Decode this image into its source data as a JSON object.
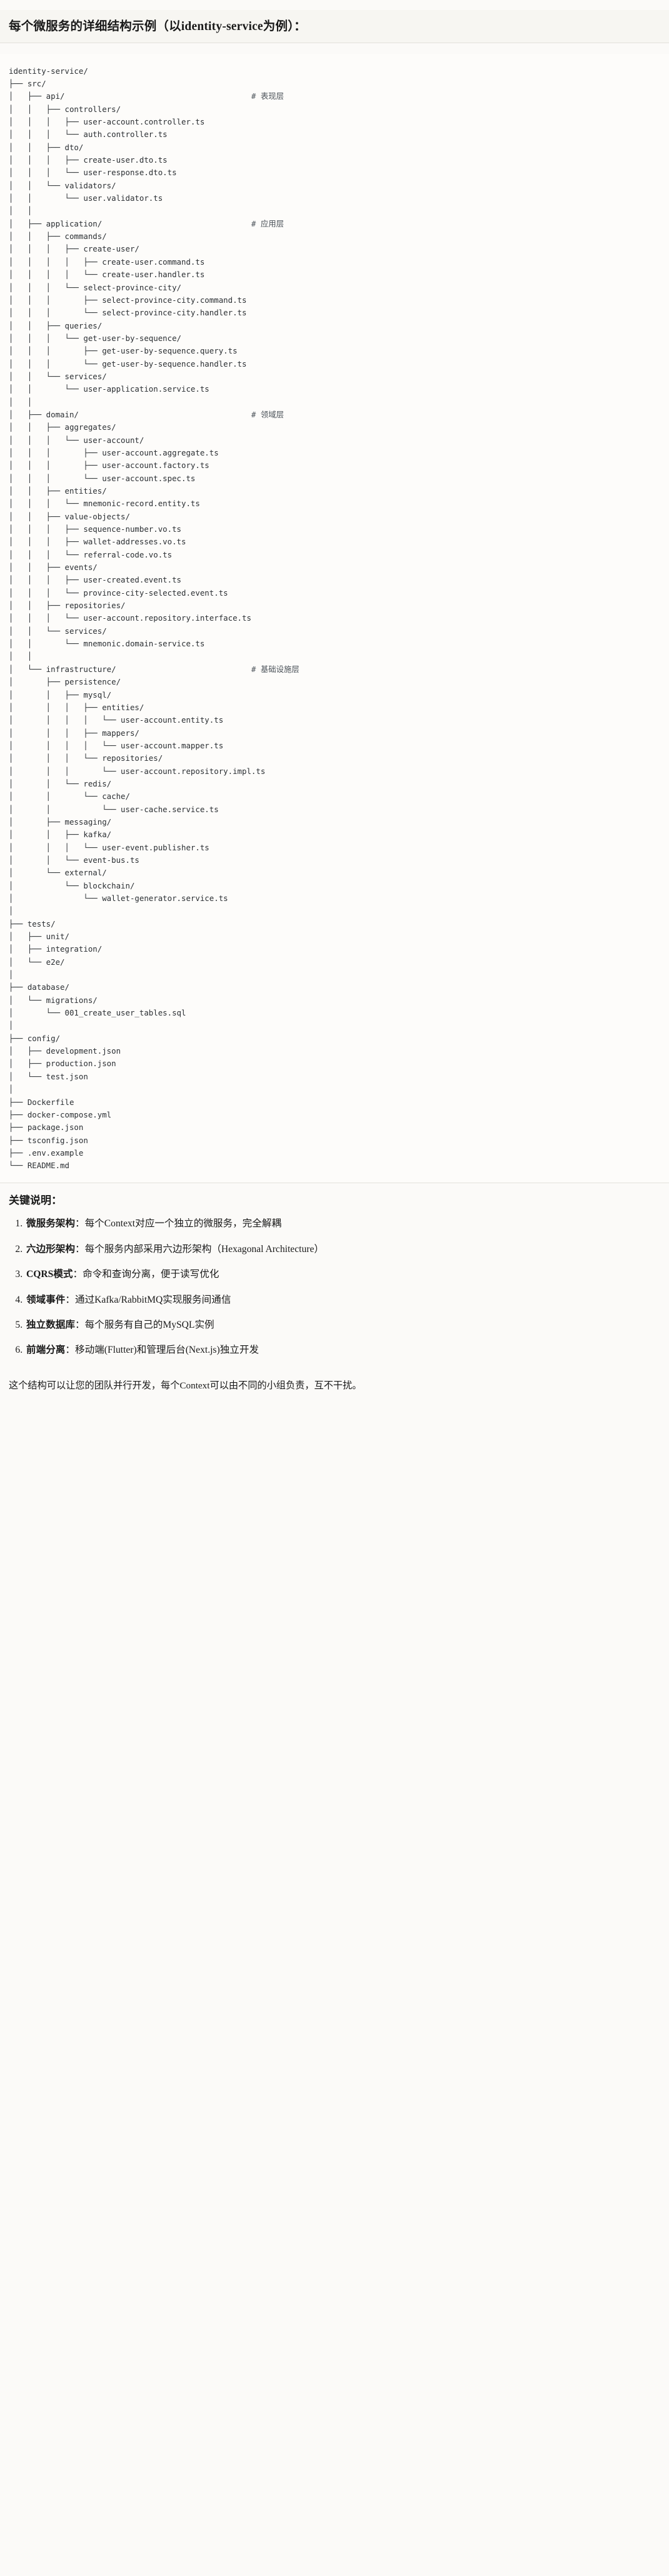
{
  "heading": "每个微服务的详细结构示例（以identity-service为例）：",
  "tree": {
    "root": "identity-service/",
    "lines": [
      {
        "prefix": "",
        "name": "identity-service/",
        "comment": ""
      },
      {
        "prefix": "├── ",
        "name": "src/",
        "comment": ""
      },
      {
        "prefix": "│   ├── ",
        "name": "api/",
        "comment": "# 表现层"
      },
      {
        "prefix": "│   │   ├── ",
        "name": "controllers/",
        "comment": ""
      },
      {
        "prefix": "│   │   │   ├── ",
        "name": "user-account.controller.ts",
        "comment": ""
      },
      {
        "prefix": "│   │   │   └── ",
        "name": "auth.controller.ts",
        "comment": ""
      },
      {
        "prefix": "│   │   ├── ",
        "name": "dto/",
        "comment": ""
      },
      {
        "prefix": "│   │   │   ├── ",
        "name": "create-user.dto.ts",
        "comment": ""
      },
      {
        "prefix": "│   │   │   └── ",
        "name": "user-response.dto.ts",
        "comment": ""
      },
      {
        "prefix": "│   │   └── ",
        "name": "validators/",
        "comment": ""
      },
      {
        "prefix": "│   │       └── ",
        "name": "user.validator.ts",
        "comment": ""
      },
      {
        "prefix": "│   │",
        "name": "",
        "comment": ""
      },
      {
        "prefix": "│   ├── ",
        "name": "application/",
        "comment": "# 应用层"
      },
      {
        "prefix": "│   │   ├── ",
        "name": "commands/",
        "comment": ""
      },
      {
        "prefix": "│   │   │   ├── ",
        "name": "create-user/",
        "comment": ""
      },
      {
        "prefix": "│   │   │   │   ├── ",
        "name": "create-user.command.ts",
        "comment": ""
      },
      {
        "prefix": "│   │   │   │   └── ",
        "name": "create-user.handler.ts",
        "comment": ""
      },
      {
        "prefix": "│   │   │   └── ",
        "name": "select-province-city/",
        "comment": ""
      },
      {
        "prefix": "│   │   │       ├── ",
        "name": "select-province-city.command.ts",
        "comment": ""
      },
      {
        "prefix": "│   │   │       └── ",
        "name": "select-province-city.handler.ts",
        "comment": ""
      },
      {
        "prefix": "│   │   ├── ",
        "name": "queries/",
        "comment": ""
      },
      {
        "prefix": "│   │   │   └── ",
        "name": "get-user-by-sequence/",
        "comment": ""
      },
      {
        "prefix": "│   │   │       ├── ",
        "name": "get-user-by-sequence.query.ts",
        "comment": ""
      },
      {
        "prefix": "│   │   │       └── ",
        "name": "get-user-by-sequence.handler.ts",
        "comment": ""
      },
      {
        "prefix": "│   │   └── ",
        "name": "services/",
        "comment": ""
      },
      {
        "prefix": "│   │       └── ",
        "name": "user-application.service.ts",
        "comment": ""
      },
      {
        "prefix": "│   │",
        "name": "",
        "comment": ""
      },
      {
        "prefix": "│   ├── ",
        "name": "domain/",
        "comment": "# 领域层"
      },
      {
        "prefix": "│   │   ├── ",
        "name": "aggregates/",
        "comment": ""
      },
      {
        "prefix": "│   │   │   └── ",
        "name": "user-account/",
        "comment": ""
      },
      {
        "prefix": "│   │   │       ├── ",
        "name": "user-account.aggregate.ts",
        "comment": ""
      },
      {
        "prefix": "│   │   │       ├── ",
        "name": "user-account.factory.ts",
        "comment": ""
      },
      {
        "prefix": "│   │   │       └── ",
        "name": "user-account.spec.ts",
        "comment": ""
      },
      {
        "prefix": "│   │   ├── ",
        "name": "entities/",
        "comment": ""
      },
      {
        "prefix": "│   │   │   └── ",
        "name": "mnemonic-record.entity.ts",
        "comment": ""
      },
      {
        "prefix": "│   │   ├── ",
        "name": "value-objects/",
        "comment": ""
      },
      {
        "prefix": "│   │   │   ├── ",
        "name": "sequence-number.vo.ts",
        "comment": ""
      },
      {
        "prefix": "│   │   │   ├── ",
        "name": "wallet-addresses.vo.ts",
        "comment": ""
      },
      {
        "prefix": "│   │   │   └── ",
        "name": "referral-code.vo.ts",
        "comment": ""
      },
      {
        "prefix": "│   │   ├── ",
        "name": "events/",
        "comment": ""
      },
      {
        "prefix": "│   │   │   ├── ",
        "name": "user-created.event.ts",
        "comment": ""
      },
      {
        "prefix": "│   │   │   └── ",
        "name": "province-city-selected.event.ts",
        "comment": ""
      },
      {
        "prefix": "│   │   ├── ",
        "name": "repositories/",
        "comment": ""
      },
      {
        "prefix": "│   │   │   └── ",
        "name": "user-account.repository.interface.ts",
        "comment": ""
      },
      {
        "prefix": "│   │   └── ",
        "name": "services/",
        "comment": ""
      },
      {
        "prefix": "│   │       └── ",
        "name": "mnemonic.domain-service.ts",
        "comment": ""
      },
      {
        "prefix": "│   │",
        "name": "",
        "comment": ""
      },
      {
        "prefix": "│   └── ",
        "name": "infrastructure/",
        "comment": "# 基础设施层"
      },
      {
        "prefix": "│       ├── ",
        "name": "persistence/",
        "comment": ""
      },
      {
        "prefix": "│       │   ├── ",
        "name": "mysql/",
        "comment": ""
      },
      {
        "prefix": "│       │   │   ├── ",
        "name": "entities/",
        "comment": ""
      },
      {
        "prefix": "│       │   │   │   └── ",
        "name": "user-account.entity.ts",
        "comment": ""
      },
      {
        "prefix": "│       │   │   ├── ",
        "name": "mappers/",
        "comment": ""
      },
      {
        "prefix": "│       │   │   │   └── ",
        "name": "user-account.mapper.ts",
        "comment": ""
      },
      {
        "prefix": "│       │   │   └── ",
        "name": "repositories/",
        "comment": ""
      },
      {
        "prefix": "│       │   │       └── ",
        "name": "user-account.repository.impl.ts",
        "comment": ""
      },
      {
        "prefix": "│       │   └── ",
        "name": "redis/",
        "comment": ""
      },
      {
        "prefix": "│       │       └── ",
        "name": "cache/",
        "comment": ""
      },
      {
        "prefix": "│       │           └── ",
        "name": "user-cache.service.ts",
        "comment": ""
      },
      {
        "prefix": "│       ├── ",
        "name": "messaging/",
        "comment": ""
      },
      {
        "prefix": "│       │   ├── ",
        "name": "kafka/",
        "comment": ""
      },
      {
        "prefix": "│       │   │   └── ",
        "name": "user-event.publisher.ts",
        "comment": ""
      },
      {
        "prefix": "│       │   └── ",
        "name": "event-bus.ts",
        "comment": ""
      },
      {
        "prefix": "│       └── ",
        "name": "external/",
        "comment": ""
      },
      {
        "prefix": "│           └── ",
        "name": "blockchain/",
        "comment": ""
      },
      {
        "prefix": "│               └── ",
        "name": "wallet-generator.service.ts",
        "comment": ""
      },
      {
        "prefix": "│",
        "name": "",
        "comment": ""
      },
      {
        "prefix": "├── ",
        "name": "tests/",
        "comment": ""
      },
      {
        "prefix": "│   ├── ",
        "name": "unit/",
        "comment": ""
      },
      {
        "prefix": "│   ├── ",
        "name": "integration/",
        "comment": ""
      },
      {
        "prefix": "│   └── ",
        "name": "e2e/",
        "comment": ""
      },
      {
        "prefix": "│",
        "name": "",
        "comment": ""
      },
      {
        "prefix": "├── ",
        "name": "database/",
        "comment": ""
      },
      {
        "prefix": "│   └── ",
        "name": "migrations/",
        "comment": ""
      },
      {
        "prefix": "│       └── ",
        "name": "001_create_user_tables.sql",
        "comment": ""
      },
      {
        "prefix": "│",
        "name": "",
        "comment": ""
      },
      {
        "prefix": "├── ",
        "name": "config/",
        "comment": ""
      },
      {
        "prefix": "│   ├── ",
        "name": "development.json",
        "comment": ""
      },
      {
        "prefix": "│   ├── ",
        "name": "production.json",
        "comment": ""
      },
      {
        "prefix": "│   └── ",
        "name": "test.json",
        "comment": ""
      },
      {
        "prefix": "│",
        "name": "",
        "comment": ""
      },
      {
        "prefix": "├── ",
        "name": "Dockerfile",
        "comment": ""
      },
      {
        "prefix": "├── ",
        "name": "docker-compose.yml",
        "comment": ""
      },
      {
        "prefix": "├── ",
        "name": "package.json",
        "comment": ""
      },
      {
        "prefix": "├── ",
        "name": "tsconfig.json",
        "comment": ""
      },
      {
        "prefix": "├── ",
        "name": ".env.example",
        "comment": ""
      },
      {
        "prefix": "└── ",
        "name": "README.md",
        "comment": ""
      }
    ],
    "comment_column": 52
  },
  "notes": {
    "title": "关键说明：",
    "items": [
      {
        "term": "微服务架构",
        "desc": "：每个Context对应一个独立的微服务，完全解耦"
      },
      {
        "term": "六边形架构",
        "desc": "：每个服务内部采用六边形架构（Hexagonal Architecture）"
      },
      {
        "term": "CQRS模式",
        "desc": "：命令和查询分离，便于读写优化"
      },
      {
        "term": "领域事件",
        "desc": "：通过Kafka/RabbitMQ实现服务间通信"
      },
      {
        "term": "独立数据库",
        "desc": "：每个服务有自己的MySQL实例"
      },
      {
        "term": "前端分离",
        "desc": "：移动端(Flutter)和管理后台(Next.js)独立开发"
      }
    ],
    "closing": "这个结构可以让您的团队并行开发，每个Context可以由不同的小组负责，互不干扰。"
  }
}
